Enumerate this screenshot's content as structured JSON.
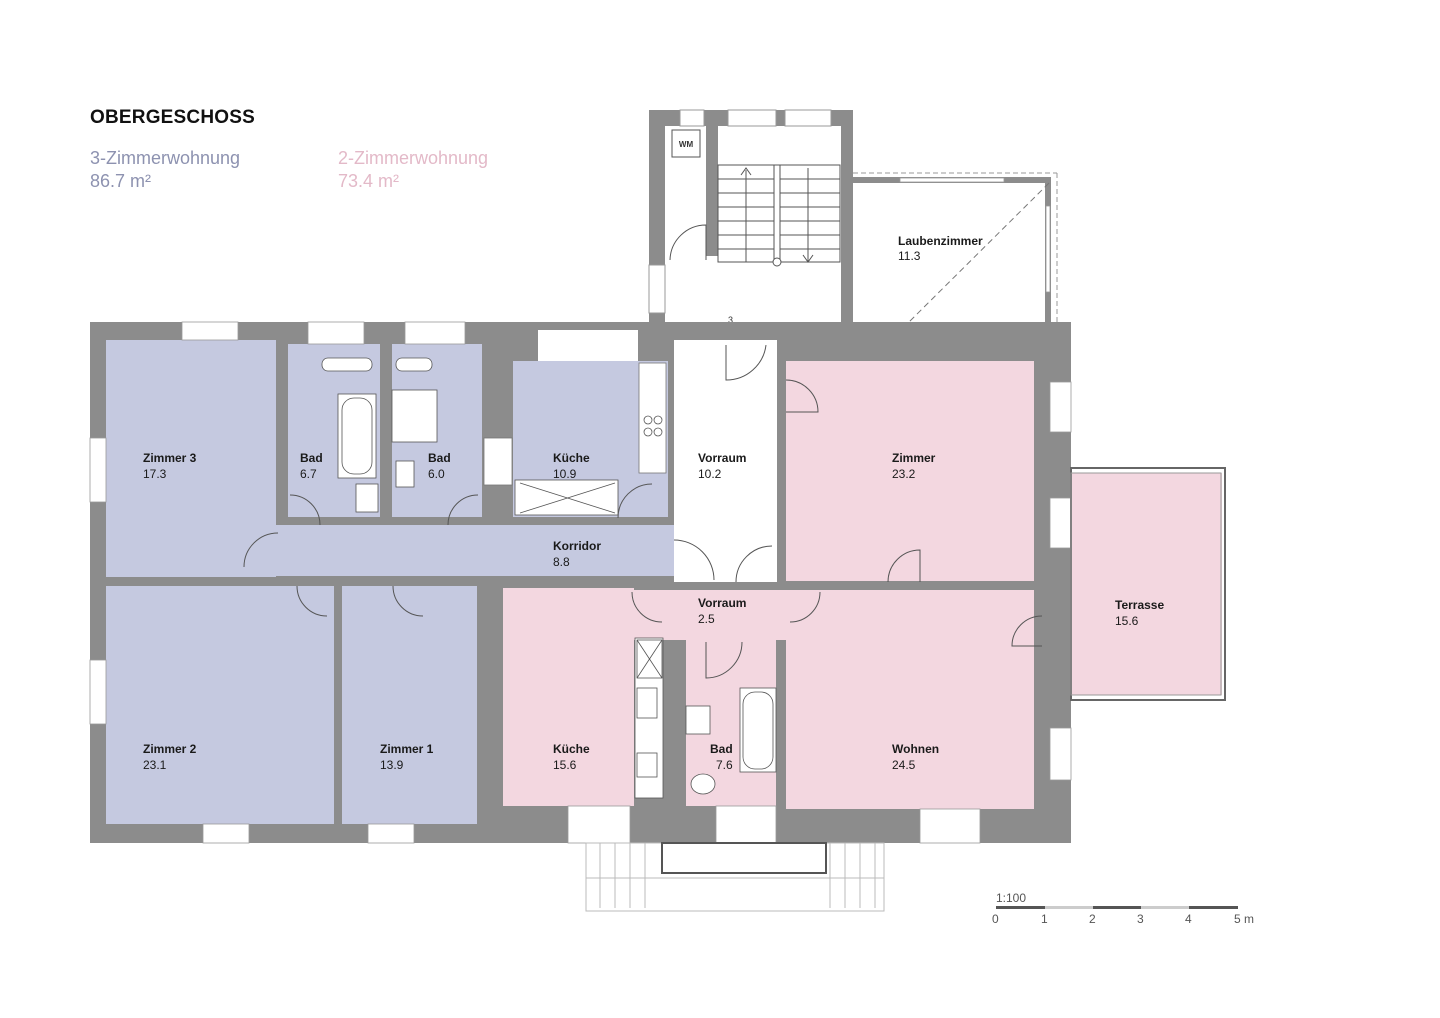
{
  "title": "OBERGESCHOSS",
  "legend": [
    {
      "name": "3-Zimmerwohnung",
      "area": "86.7 m²",
      "color": "#c5c9e0"
    },
    {
      "name": "2-Zimmerwohnung",
      "area": "73.4 m²",
      "color": "#f3d7e0"
    }
  ],
  "colors": {
    "wall": "#8c8c8c",
    "blue": "#c5c9e0",
    "pink": "#f3d7e0",
    "neutral": "#ffffff"
  },
  "appliance": "WM",
  "stair_label": "3",
  "rooms": [
    {
      "name": "Laubenzimmer",
      "area": "11.3",
      "unit": "none"
    },
    {
      "name": "Zimmer 3",
      "area": "17.3",
      "unit": "3-Zimmerwohnung"
    },
    {
      "name": "Bad",
      "area": "6.7",
      "unit": "3-Zimmerwohnung"
    },
    {
      "name": "Bad",
      "area": "6.0",
      "unit": "3-Zimmerwohnung"
    },
    {
      "name": "Küche",
      "area": "10.9",
      "unit": "3-Zimmerwohnung"
    },
    {
      "name": "Vorraum",
      "area": "10.2",
      "unit": "none"
    },
    {
      "name": "Zimmer",
      "area": "23.2",
      "unit": "2-Zimmerwohnung"
    },
    {
      "name": "Korridor",
      "area": "8.8",
      "unit": "3-Zimmerwohnung"
    },
    {
      "name": "Vorraum",
      "area": "2.5",
      "unit": "2-Zimmerwohnung"
    },
    {
      "name": "Terrasse",
      "area": "15.6",
      "unit": "2-Zimmerwohnung"
    },
    {
      "name": "Zimmer 2",
      "area": "23.1",
      "unit": "3-Zimmerwohnung"
    },
    {
      "name": "Zimmer 1",
      "area": "13.9",
      "unit": "3-Zimmerwohnung"
    },
    {
      "name": "Küche",
      "area": "15.6",
      "unit": "2-Zimmerwohnung"
    },
    {
      "name": "Bad",
      "area": "7.6",
      "unit": "2-Zimmerwohnung"
    },
    {
      "name": "Wohnen",
      "area": "24.5",
      "unit": "2-Zimmerwohnung"
    }
  ],
  "scale": {
    "ratio": "1:100",
    "ticks": [
      "0",
      "1",
      "2",
      "3",
      "4",
      "5 m"
    ]
  }
}
